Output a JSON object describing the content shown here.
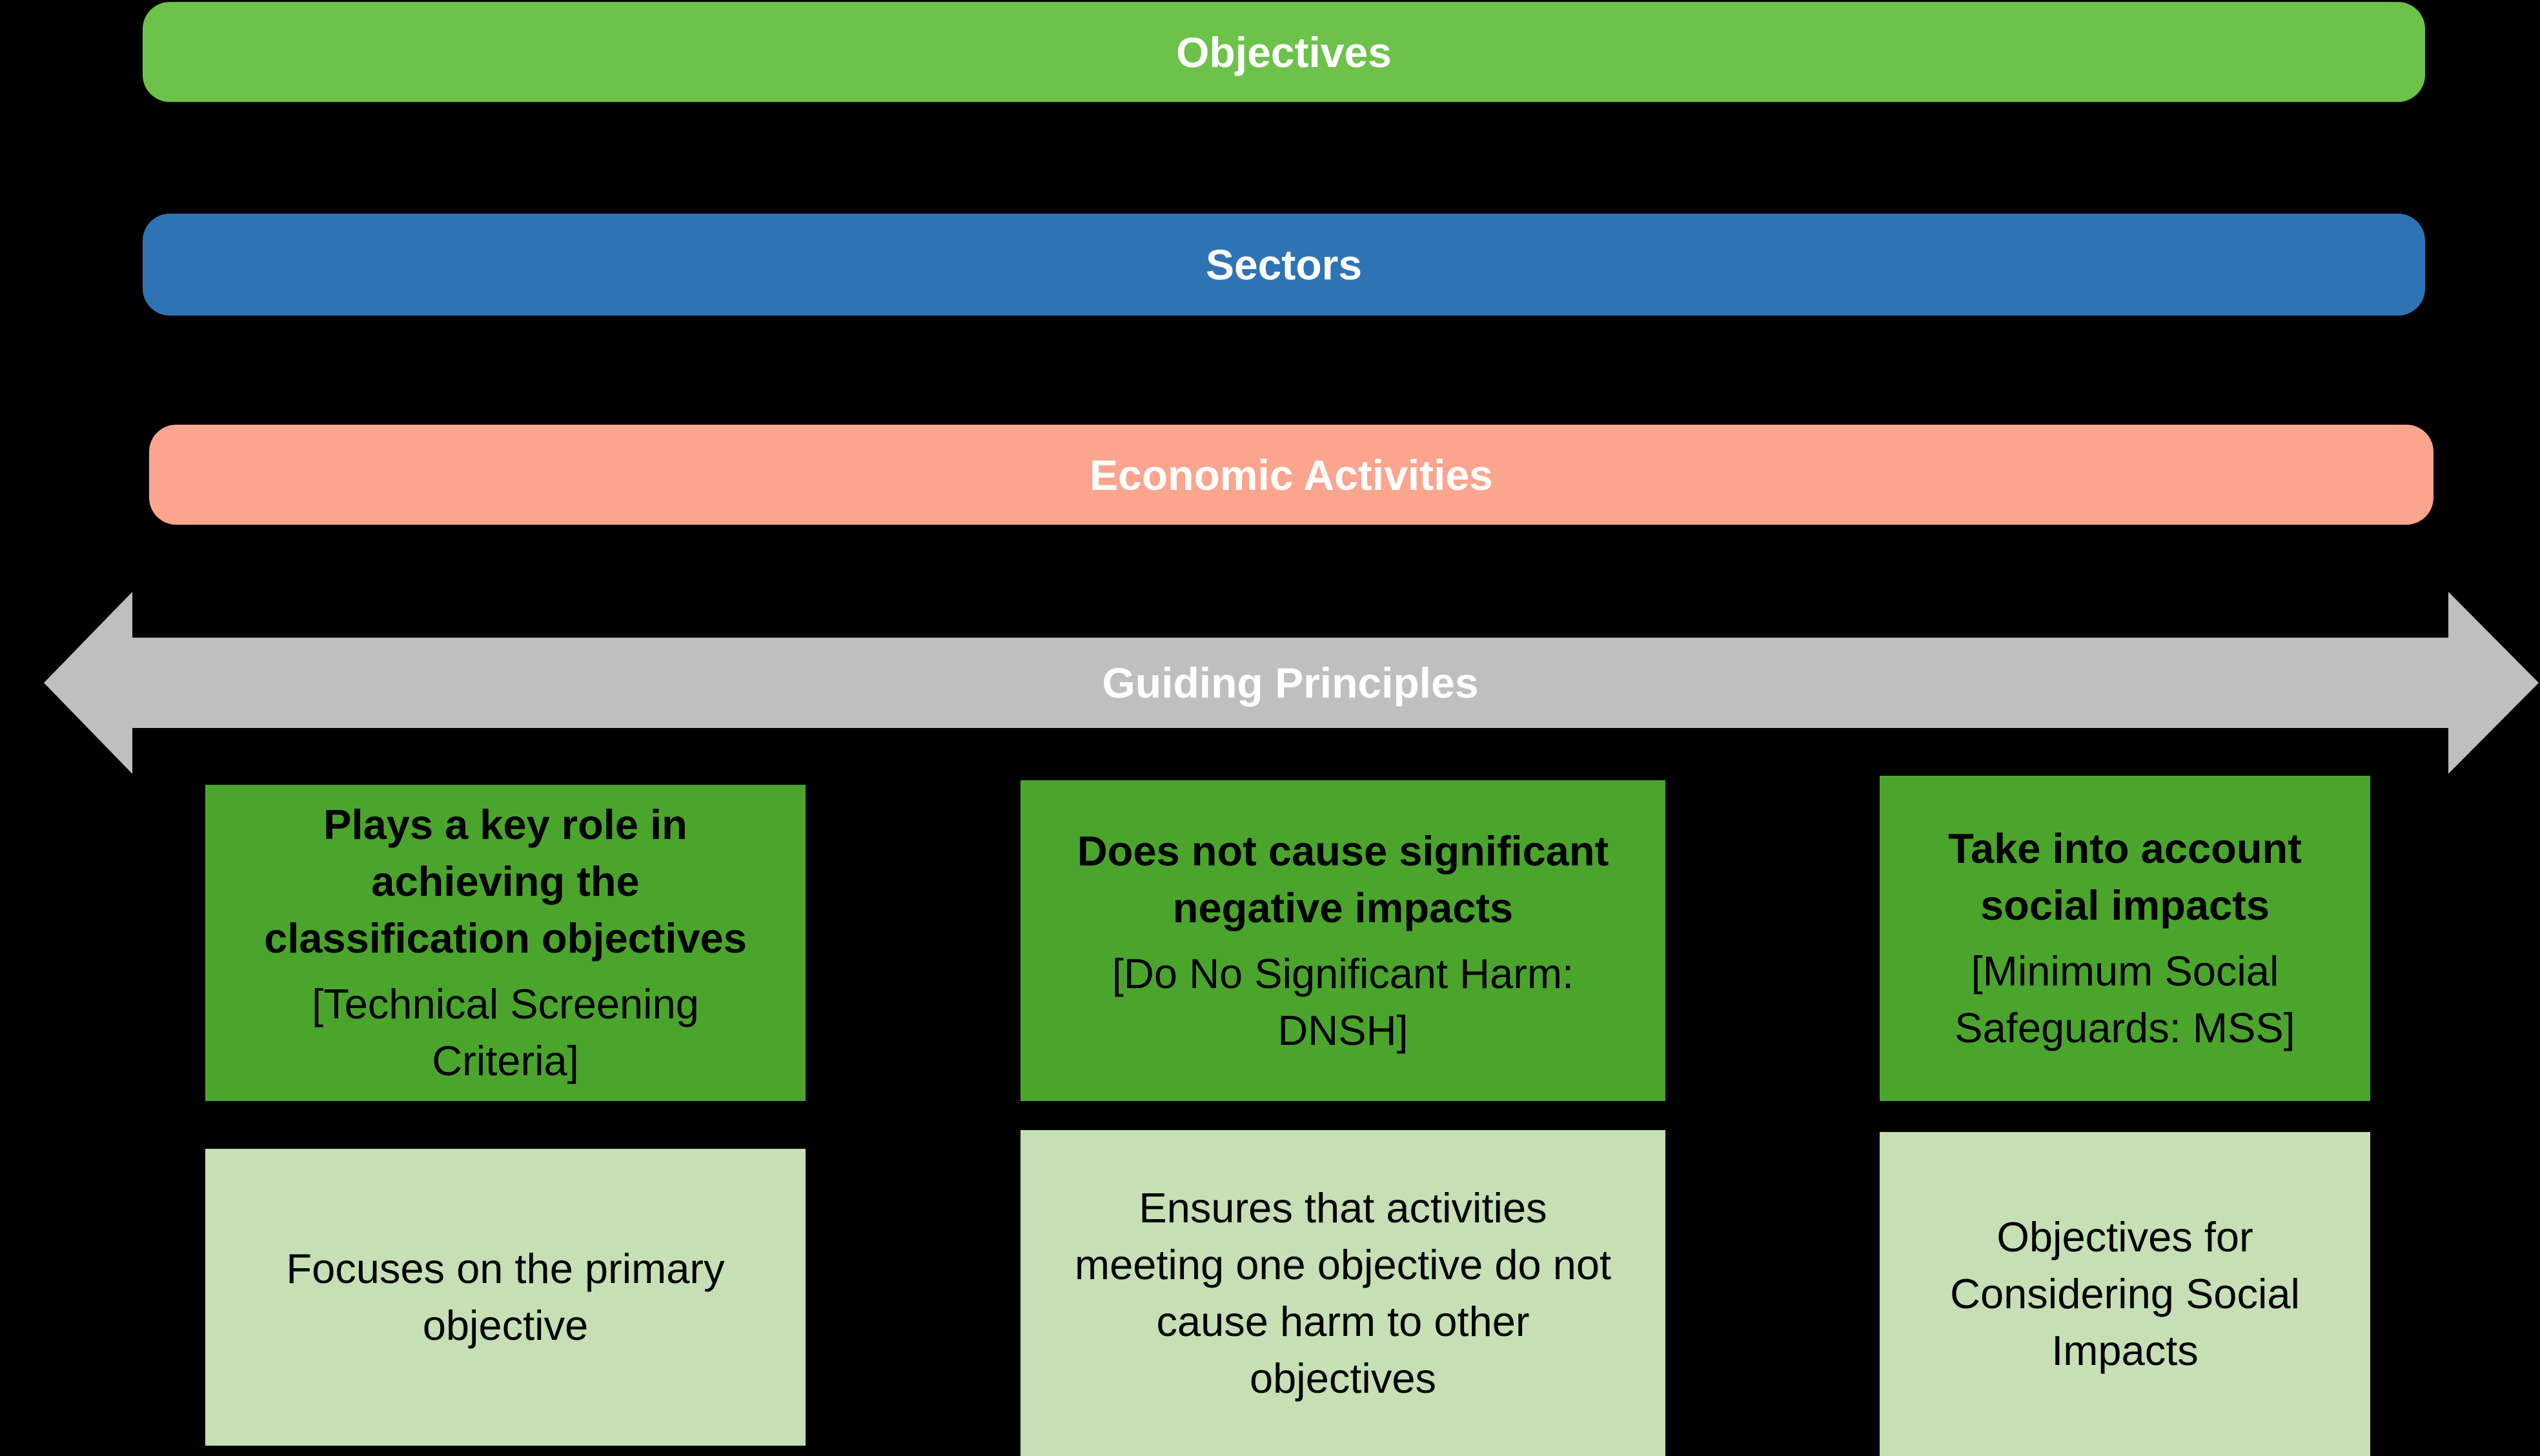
{
  "colors": {
    "background": "#000000",
    "objectives_bar": "#6DC249",
    "sectors_bar": "#2E74B5",
    "economic_activities_bar": "#FBA58F",
    "guiding_principles_arrow": "#BFBFBF",
    "criteria_box": "#4BA52D",
    "detail_box": "#C6DFB5",
    "bar_text": "#FFFFFF",
    "box_text": "#000000"
  },
  "bars": {
    "objectives": {
      "label": "Objectives"
    },
    "sectors": {
      "label": "Sectors"
    },
    "economic_activities": {
      "label": "Economic Activities"
    }
  },
  "arrow": {
    "label": "Guiding Principles"
  },
  "principles": [
    {
      "headline": "Plays a key role in\nachieving the\nclassification objectives",
      "bracket": "[Technical Screening\nCriteria]",
      "detail": "Focuses on the primary\nobjective"
    },
    {
      "headline": "Does not cause significant\nnegative impacts",
      "bracket": "[Do No Significant Harm:\nDNSH]",
      "detail": "Ensures that activities\nmeeting one objective do not\ncause harm to other\nobjectives"
    },
    {
      "headline": "Take into account\nsocial impacts",
      "bracket": "[Minimum Social\nSafeguards: MSS]",
      "detail": "Objectives for\nConsidering Social\nImpacts"
    }
  ]
}
